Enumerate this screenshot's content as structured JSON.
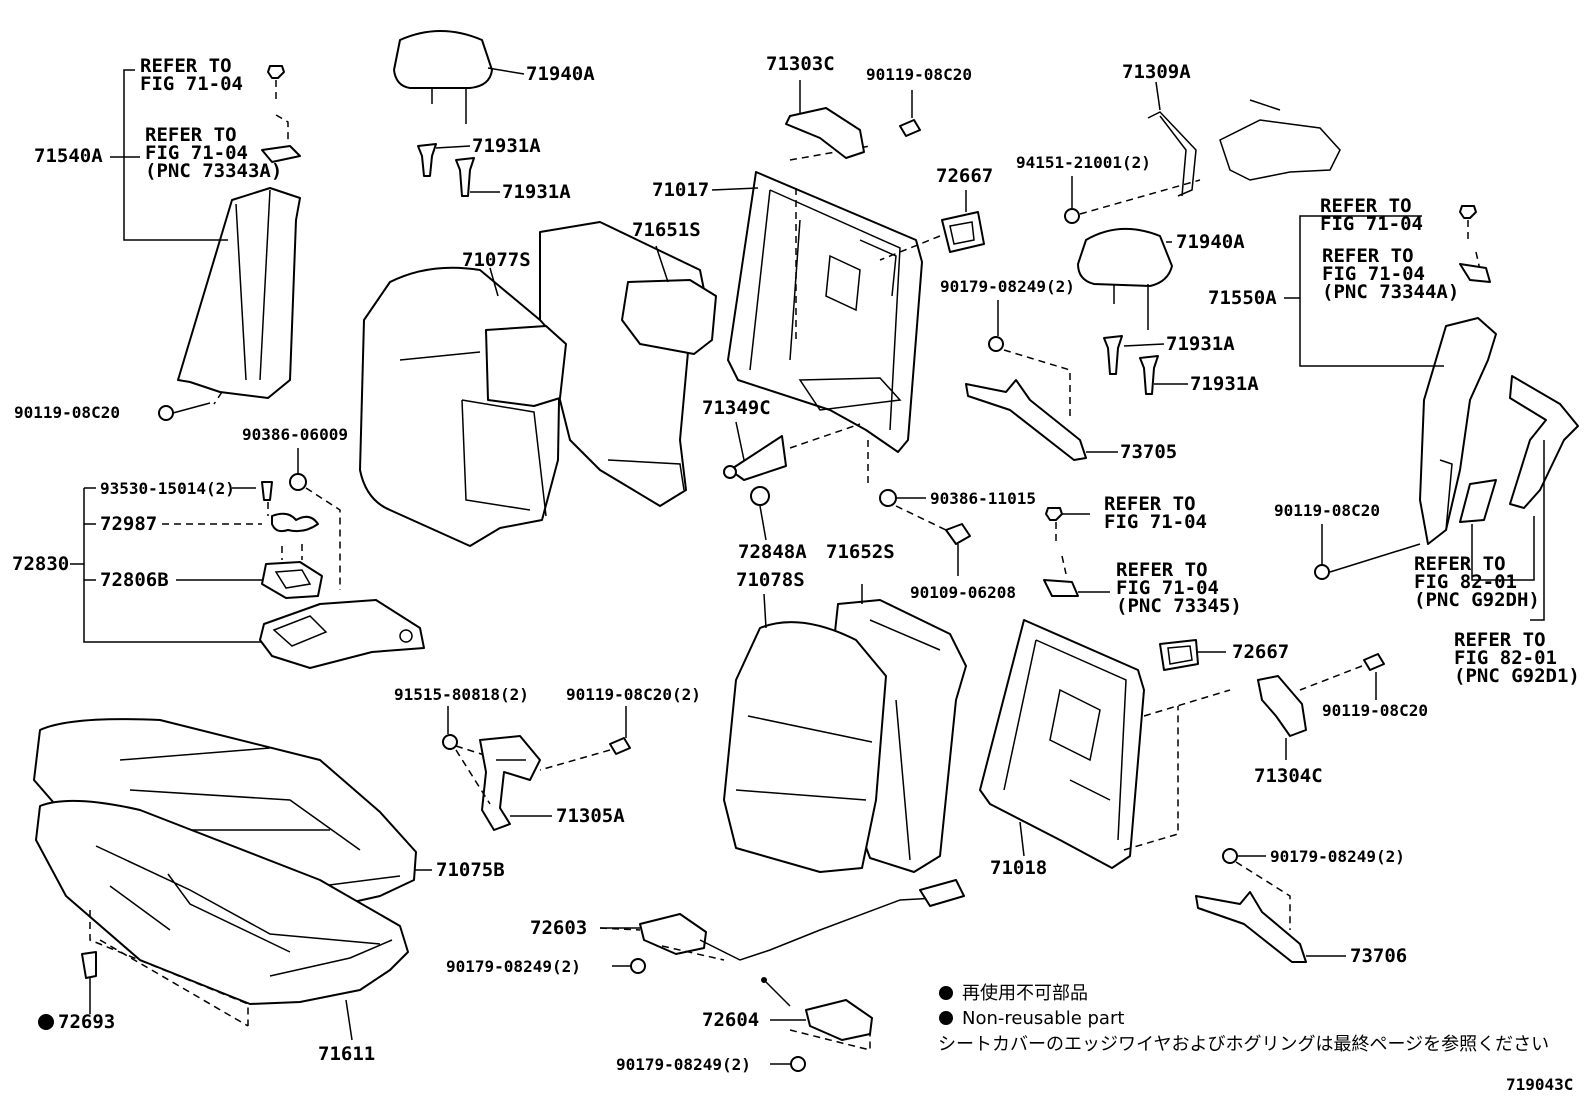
{
  "diagram_id": "719043C",
  "legend": {
    "non_reusable_jp": "再使用不可部品",
    "non_reusable_en": "Non-reusable part",
    "note_jp": "シートカバーのエッジワイヤおよびホグリングは最終ページを参照ください"
  },
  "refer": {
    "refer_to": "REFER TO",
    "fig_71_04": "FIG 71-04",
    "fig_82_01": "FIG 82-01",
    "pnc_73343a": "(PNC 73343A)",
    "pnc_73344a": "(PNC 73344A)",
    "pnc_73345": "(PNC 73345)",
    "pnc_g92dh": "(PNC G92DH)",
    "pnc_g92d1": "(PNC G92D1)"
  },
  "parts": {
    "p71540A": "71540A",
    "p71940A": "71940A",
    "p71931A": "71931A",
    "p71303C": "71303C",
    "p90119_08C20": "90119-08C20",
    "p90119_08C20_2": "90119-08C20(2)",
    "p71309A": "71309A",
    "p94151": "94151-21001(2)",
    "p71017": "71017",
    "p72667": "72667",
    "p71651S": "71651S",
    "p71077S": "71077S",
    "p90179_08249_2": "90179-08249(2)",
    "p71550A": "71550A",
    "p90386_06009": "90386-06009",
    "p71349C": "71349C",
    "p73705": "73705",
    "p93530": "93530-15014(2)",
    "p72987": "72987",
    "p72830": "72830",
    "p72806B": "72806B",
    "p90386_11015": "90386-11015",
    "p72848A": "72848A",
    "p90109_06208": "90109-06208",
    "p71652S": "71652S",
    "p71078S": "71078S",
    "p91515": "91515-80818(2)",
    "p71305A": "71305A",
    "p71304C": "71304C",
    "p71075B": "71075B",
    "p71018": "71018",
    "p72603": "72603",
    "p73706": "73706",
    "p72604": "72604",
    "p72693": "72693",
    "p71611": "71611"
  }
}
